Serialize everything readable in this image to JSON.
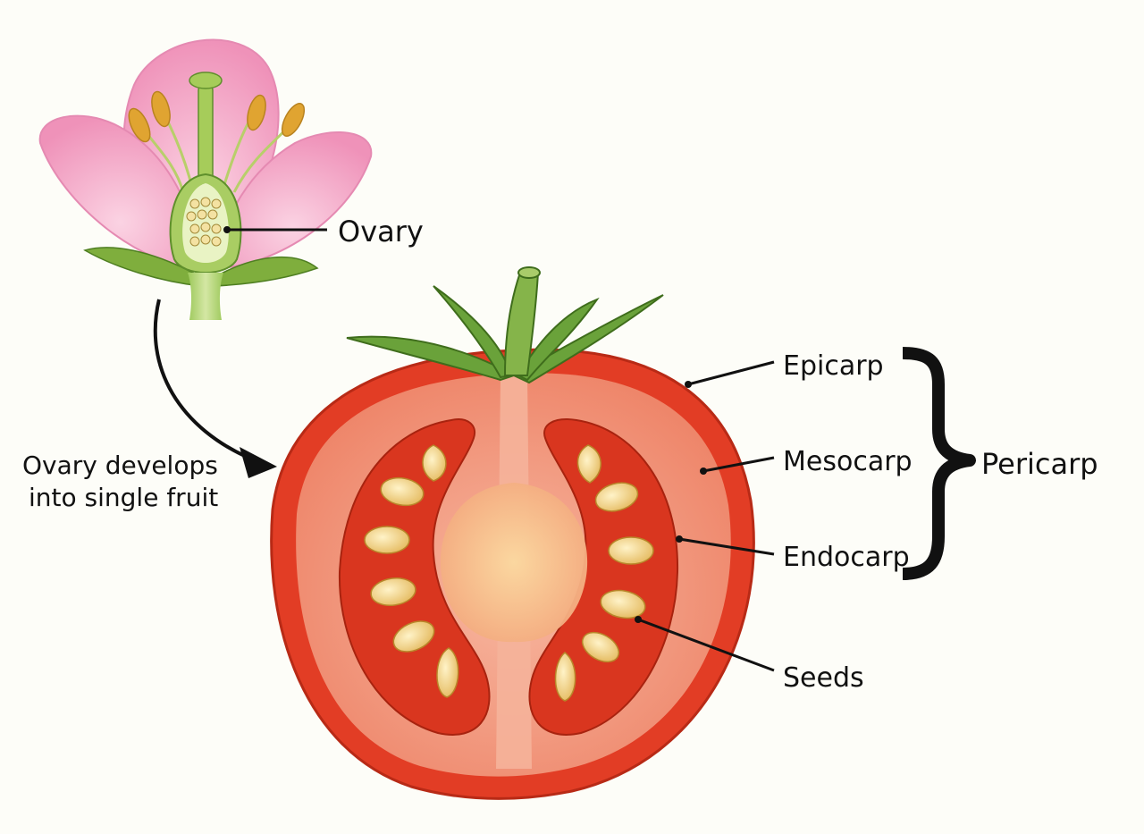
{
  "labels": {
    "ovary": "Ovary",
    "caption_line1": "Ovary develops",
    "caption_line2": "into single fruit",
    "epicarp": "Epicarp",
    "mesocarp": "Mesocarp",
    "endocarp": "Endocarp",
    "pericarp": "Pericarp",
    "seeds": "Seeds"
  },
  "colors": {
    "background": "#fdfdf8",
    "petal": "#f4a9c8",
    "petal_edge": "#e58ab2",
    "stem": "#8fbf4a",
    "anther": "#e0a431",
    "epicarp": "#e8432b",
    "mesocarp": "#f08a72",
    "locule": "#d9361f",
    "seed": "#f3d489",
    "core": "#f4c08a",
    "calyx": "#5f9b34",
    "text": "#111111"
  },
  "icons": [
    "flower-illustration",
    "tomato-cross-section",
    "curved-arrow",
    "curly-brace"
  ]
}
